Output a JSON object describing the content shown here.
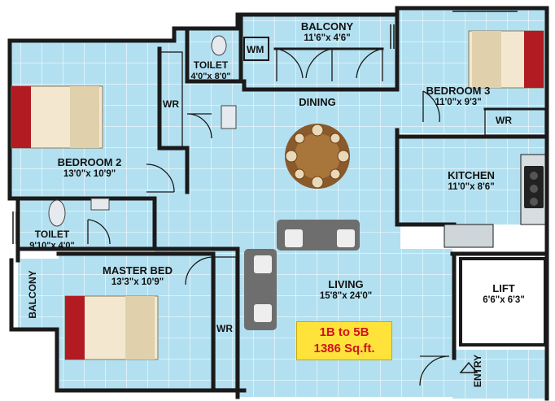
{
  "rooms": {
    "balcony_top": {
      "name": "BALCONY",
      "dims": "11'6\"x 4'6\""
    },
    "bedroom2": {
      "name": "BEDROOM 2",
      "dims": "13'0\"x 10'9\""
    },
    "toilet_top": {
      "name": "TOILET",
      "dims": "4'0\"x 8'0\""
    },
    "dining": {
      "name": "DINING"
    },
    "bedroom3": {
      "name": "BEDROOM 3",
      "dims": "11'0\"x 9'3\""
    },
    "kitchen": {
      "name": "KITCHEN",
      "dims": "11'0\"x 8'6\""
    },
    "toilet_left": {
      "name": "TOILET",
      "dims": "9'10\"x 4'0\""
    },
    "master_bed": {
      "name": "MASTER BED",
      "dims": "13'3\"x 10'9\""
    },
    "living": {
      "name": "LIVING",
      "dims": "15'8\"x 24'0\""
    },
    "lift": {
      "name": "LIFT",
      "dims": "6'6\"x 6'3\""
    },
    "balcony_left": {
      "name": "BALCONY"
    }
  },
  "labels": {
    "wm": "WM",
    "wr_bed2": "WR",
    "wr_bed3": "WR",
    "wr_master": "WR",
    "entry": "ENTRY"
  },
  "area_badge": {
    "line1": "1B to 5B",
    "line2": "1386 Sq.ft."
  },
  "colors": {
    "floor": "#b3e0f0",
    "grid": "#ffffff",
    "wall": "#1a1a1a",
    "bed_headboard": "#b21b22",
    "bed_sheet": "#f3e8cf",
    "sofa": "#6e6e6e",
    "table": "#8a5a2b",
    "badge_bg": "#ffe23a",
    "badge_text": "#d0141a"
  }
}
